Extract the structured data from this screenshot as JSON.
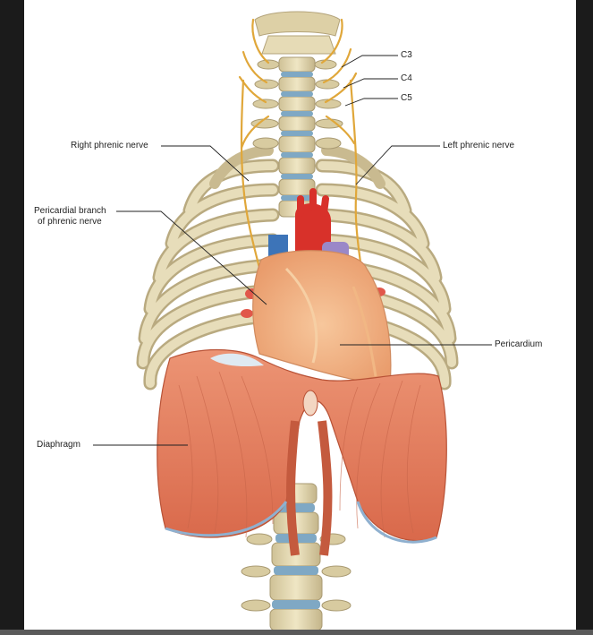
{
  "labels": {
    "c3": "C3",
    "c4": "C4",
    "c5": "C5",
    "right_phrenic": "Right phrenic nerve",
    "left_phrenic": "Left phrenic nerve",
    "pericardial_branch_line1": "Pericardial branch",
    "pericardial_branch_line2": "of phrenic nerve",
    "pericardium": "Pericardium",
    "diaphragm": "Diaphragm"
  },
  "colors": {
    "bone": "#e2d6ae",
    "bone_shadow": "#b8a880",
    "disc": "#7fa8c4",
    "nerve": "#e0a73a",
    "muscle": "#e57e5f",
    "muscle_dark": "#c45a3e",
    "pericardium": "#f3b78e",
    "aorta": "#d8312a",
    "vein": "#3d74b8",
    "background": "#141414"
  }
}
